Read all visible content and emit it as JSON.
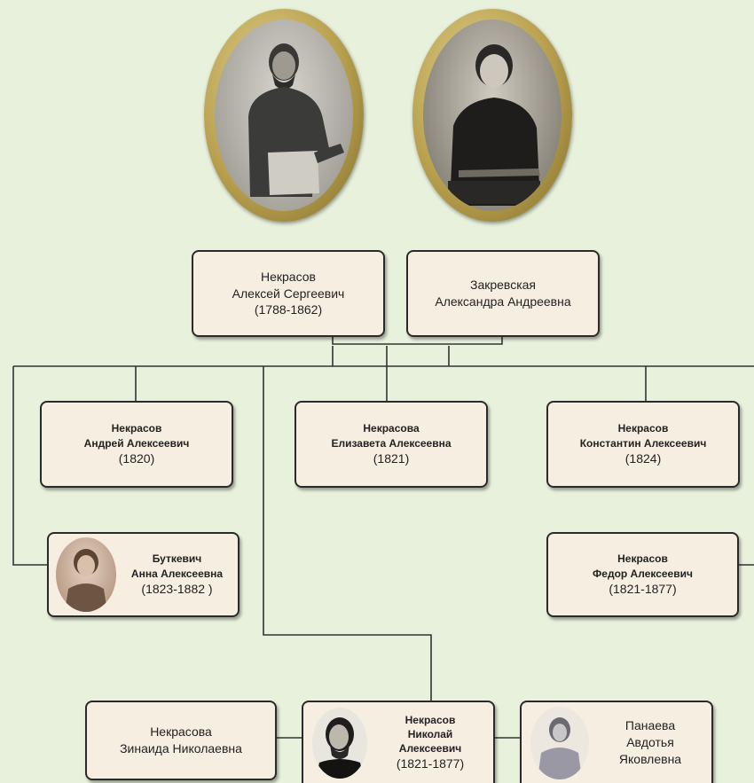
{
  "parents": {
    "father": {
      "surname": "Некрасов",
      "name": "Алексей Сергеевич",
      "years": "(1788-1862)"
    },
    "mother": {
      "surname": "Закревская",
      "name": "Александра Андреевна"
    }
  },
  "children": {
    "andrey": {
      "surname": "Некрасов",
      "name": "Андрей Алексеевич",
      "years": "(1820)"
    },
    "elizaveta": {
      "surname": "Некрасова",
      "name": "Елизавета Алексеевна",
      "years": "(1821)"
    },
    "konstantin": {
      "surname": "Некрасов",
      "name": "Константин  Алексеевич",
      "years": "(1824)"
    },
    "anna": {
      "surname": "Буткевич",
      "name": "Анна Алексеевна",
      "years": "(1823-1882 )"
    },
    "fedor": {
      "surname": "Некрасов",
      "name": "Федор  Алексеевич",
      "years": "(1821-1877)"
    },
    "nikolay": {
      "surname": "Некрасов",
      "first": "Николай",
      "patronymic": "Алексеевич",
      "years": "(1821-1877)"
    }
  },
  "spouses": {
    "zinaida": {
      "surname": "Некрасова",
      "name": "Зинаида Николаевна"
    },
    "avdotya": {
      "surname": "Панаева",
      "first": "Авдотья",
      "patronymic": "Яковлевна"
    }
  },
  "colors": {
    "background": "#e8f1dc",
    "box_fill": "#f6eee1",
    "box_border": "#2a2a2a",
    "connector": "#333333",
    "frame_gold": "#b8a04e"
  }
}
